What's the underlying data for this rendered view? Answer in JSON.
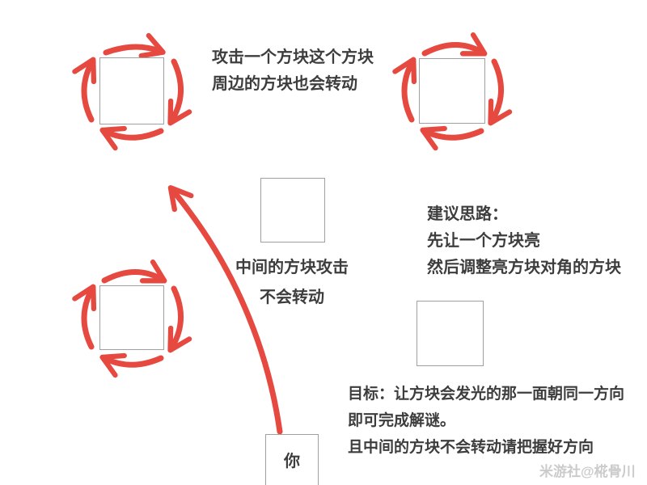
{
  "colors": {
    "arrow_red": "#e64940",
    "square_border": "#a0a0a0",
    "text": "#3d3d3d",
    "watermark": "#cbcbcb",
    "background": "#ffffff"
  },
  "notes": {
    "attack_note": {
      "line1": "攻击一个方块这个方块",
      "line2": "周边的方块也会转动"
    },
    "center_note": {
      "line1": "中间的方块攻击",
      "line2": "不会转动"
    },
    "suggestion_note": {
      "title": "建议思路：",
      "line2": "先让一个方块亮",
      "line3": "然后调整亮方块对角的方块"
    },
    "goal_note": {
      "line1": "目标：让方块会发光的那一面朝同一方向",
      "line2": "即可完成解谜。",
      "line3": "且中间的方块不会转动请把握好方向"
    }
  },
  "player_label": "你",
  "watermark": "米游社@椛骨川",
  "icons": {
    "rotation_arrows": "clockwise-rotation-arrows",
    "long_arrow": "curved-arrow-pointing-up-left"
  }
}
